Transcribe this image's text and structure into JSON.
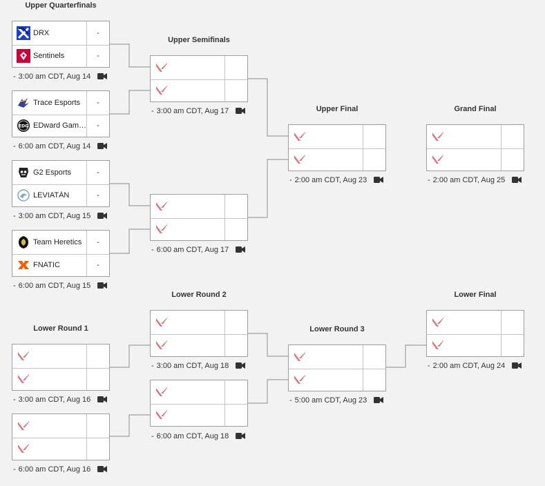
{
  "rounds": {
    "upper_quarterfinals": "Upper Quarterfinals",
    "upper_semifinals": "Upper Semifinals",
    "upper_final": "Upper Final",
    "grand_final": "Grand Final",
    "lower_round_1": "Lower Round 1",
    "lower_round_2": "Lower Round 2",
    "lower_round_3": "Lower Round 3",
    "lower_final": "Lower Final"
  },
  "matches": {
    "uq1": {
      "team1": {
        "name": "DRX",
        "score": "-"
      },
      "team2": {
        "name": "Sentinels",
        "score": "-"
      },
      "dash": "-",
      "time": "3:00 am CDT, Aug 14"
    },
    "uq2": {
      "team1": {
        "name": "Trace Esports",
        "score": "-"
      },
      "team2": {
        "name": "EDward Gami…",
        "score": "-"
      },
      "dash": "-",
      "time": "6:00 am CDT, Aug 14"
    },
    "uq3": {
      "team1": {
        "name": "G2 Esports",
        "score": "-"
      },
      "team2": {
        "name": "LEVIATÁN",
        "score": "-"
      },
      "dash": "-",
      "time": "3:00 am CDT, Aug 15"
    },
    "uq4": {
      "team1": {
        "name": "Team Heretics",
        "score": "-"
      },
      "team2": {
        "name": "FNATIC",
        "score": "-"
      },
      "dash": "-",
      "time": "6:00 am CDT, Aug 15"
    },
    "us1": {
      "dash": "-",
      "time": "3:00 am CDT, Aug 17"
    },
    "us2": {
      "dash": "-",
      "time": "6:00 am CDT, Aug 17"
    },
    "uf": {
      "dash": "-",
      "time": "2:00 am CDT, Aug 23"
    },
    "gf": {
      "dash": "-",
      "time": "2:00 am CDT, Aug 25"
    },
    "lr1a": {
      "dash": "-",
      "time": "3:00 am CDT, Aug 16"
    },
    "lr1b": {
      "dash": "-",
      "time": "6:00 am CDT, Aug 16"
    },
    "lr2a": {
      "dash": "-",
      "time": "3:00 am CDT, Aug 18"
    },
    "lr2b": {
      "dash": "-",
      "time": "6:00 am CDT, Aug 18"
    },
    "lr3": {
      "dash": "-",
      "time": "5:00 am CDT, Aug 23"
    },
    "lf": {
      "dash": "-",
      "time": "2:00 am CDT, Aug 24"
    }
  },
  "icons": {
    "placeholder": "valorant-logo-icon",
    "stream": "camera-icon"
  },
  "colors": {
    "valorant_red": "#e0707a",
    "line": "#9e9e9e",
    "border": "#9e9e9e"
  }
}
